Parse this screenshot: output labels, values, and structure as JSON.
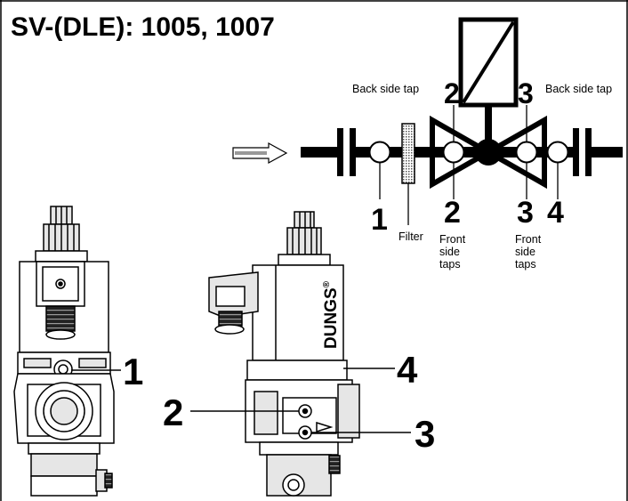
{
  "title": "SV-(DLE): 1005, 1007",
  "schematic": {
    "back_tap_left": "Back side tap",
    "back_tap_right": "Back side tap",
    "filter": "Filter",
    "front_taps_left": [
      "Front",
      "side",
      "taps"
    ],
    "front_taps_right": [
      "Front",
      "side",
      "taps"
    ],
    "numbers": {
      "n1": "1",
      "n2_top": "2",
      "n2_bottom": "2",
      "n3_top": "3",
      "n3_bottom": "3",
      "n4": "4"
    }
  },
  "photos": {
    "brand": "DUNGS",
    "brand_mark": "®",
    "callouts": {
      "c1": "1",
      "c2": "2",
      "c3": "3",
      "c4": "4"
    }
  },
  "colors": {
    "ink": "#000000",
    "paper": "#ffffff",
    "mid_gray": "#808080",
    "light_gray": "#e6e6e6"
  }
}
